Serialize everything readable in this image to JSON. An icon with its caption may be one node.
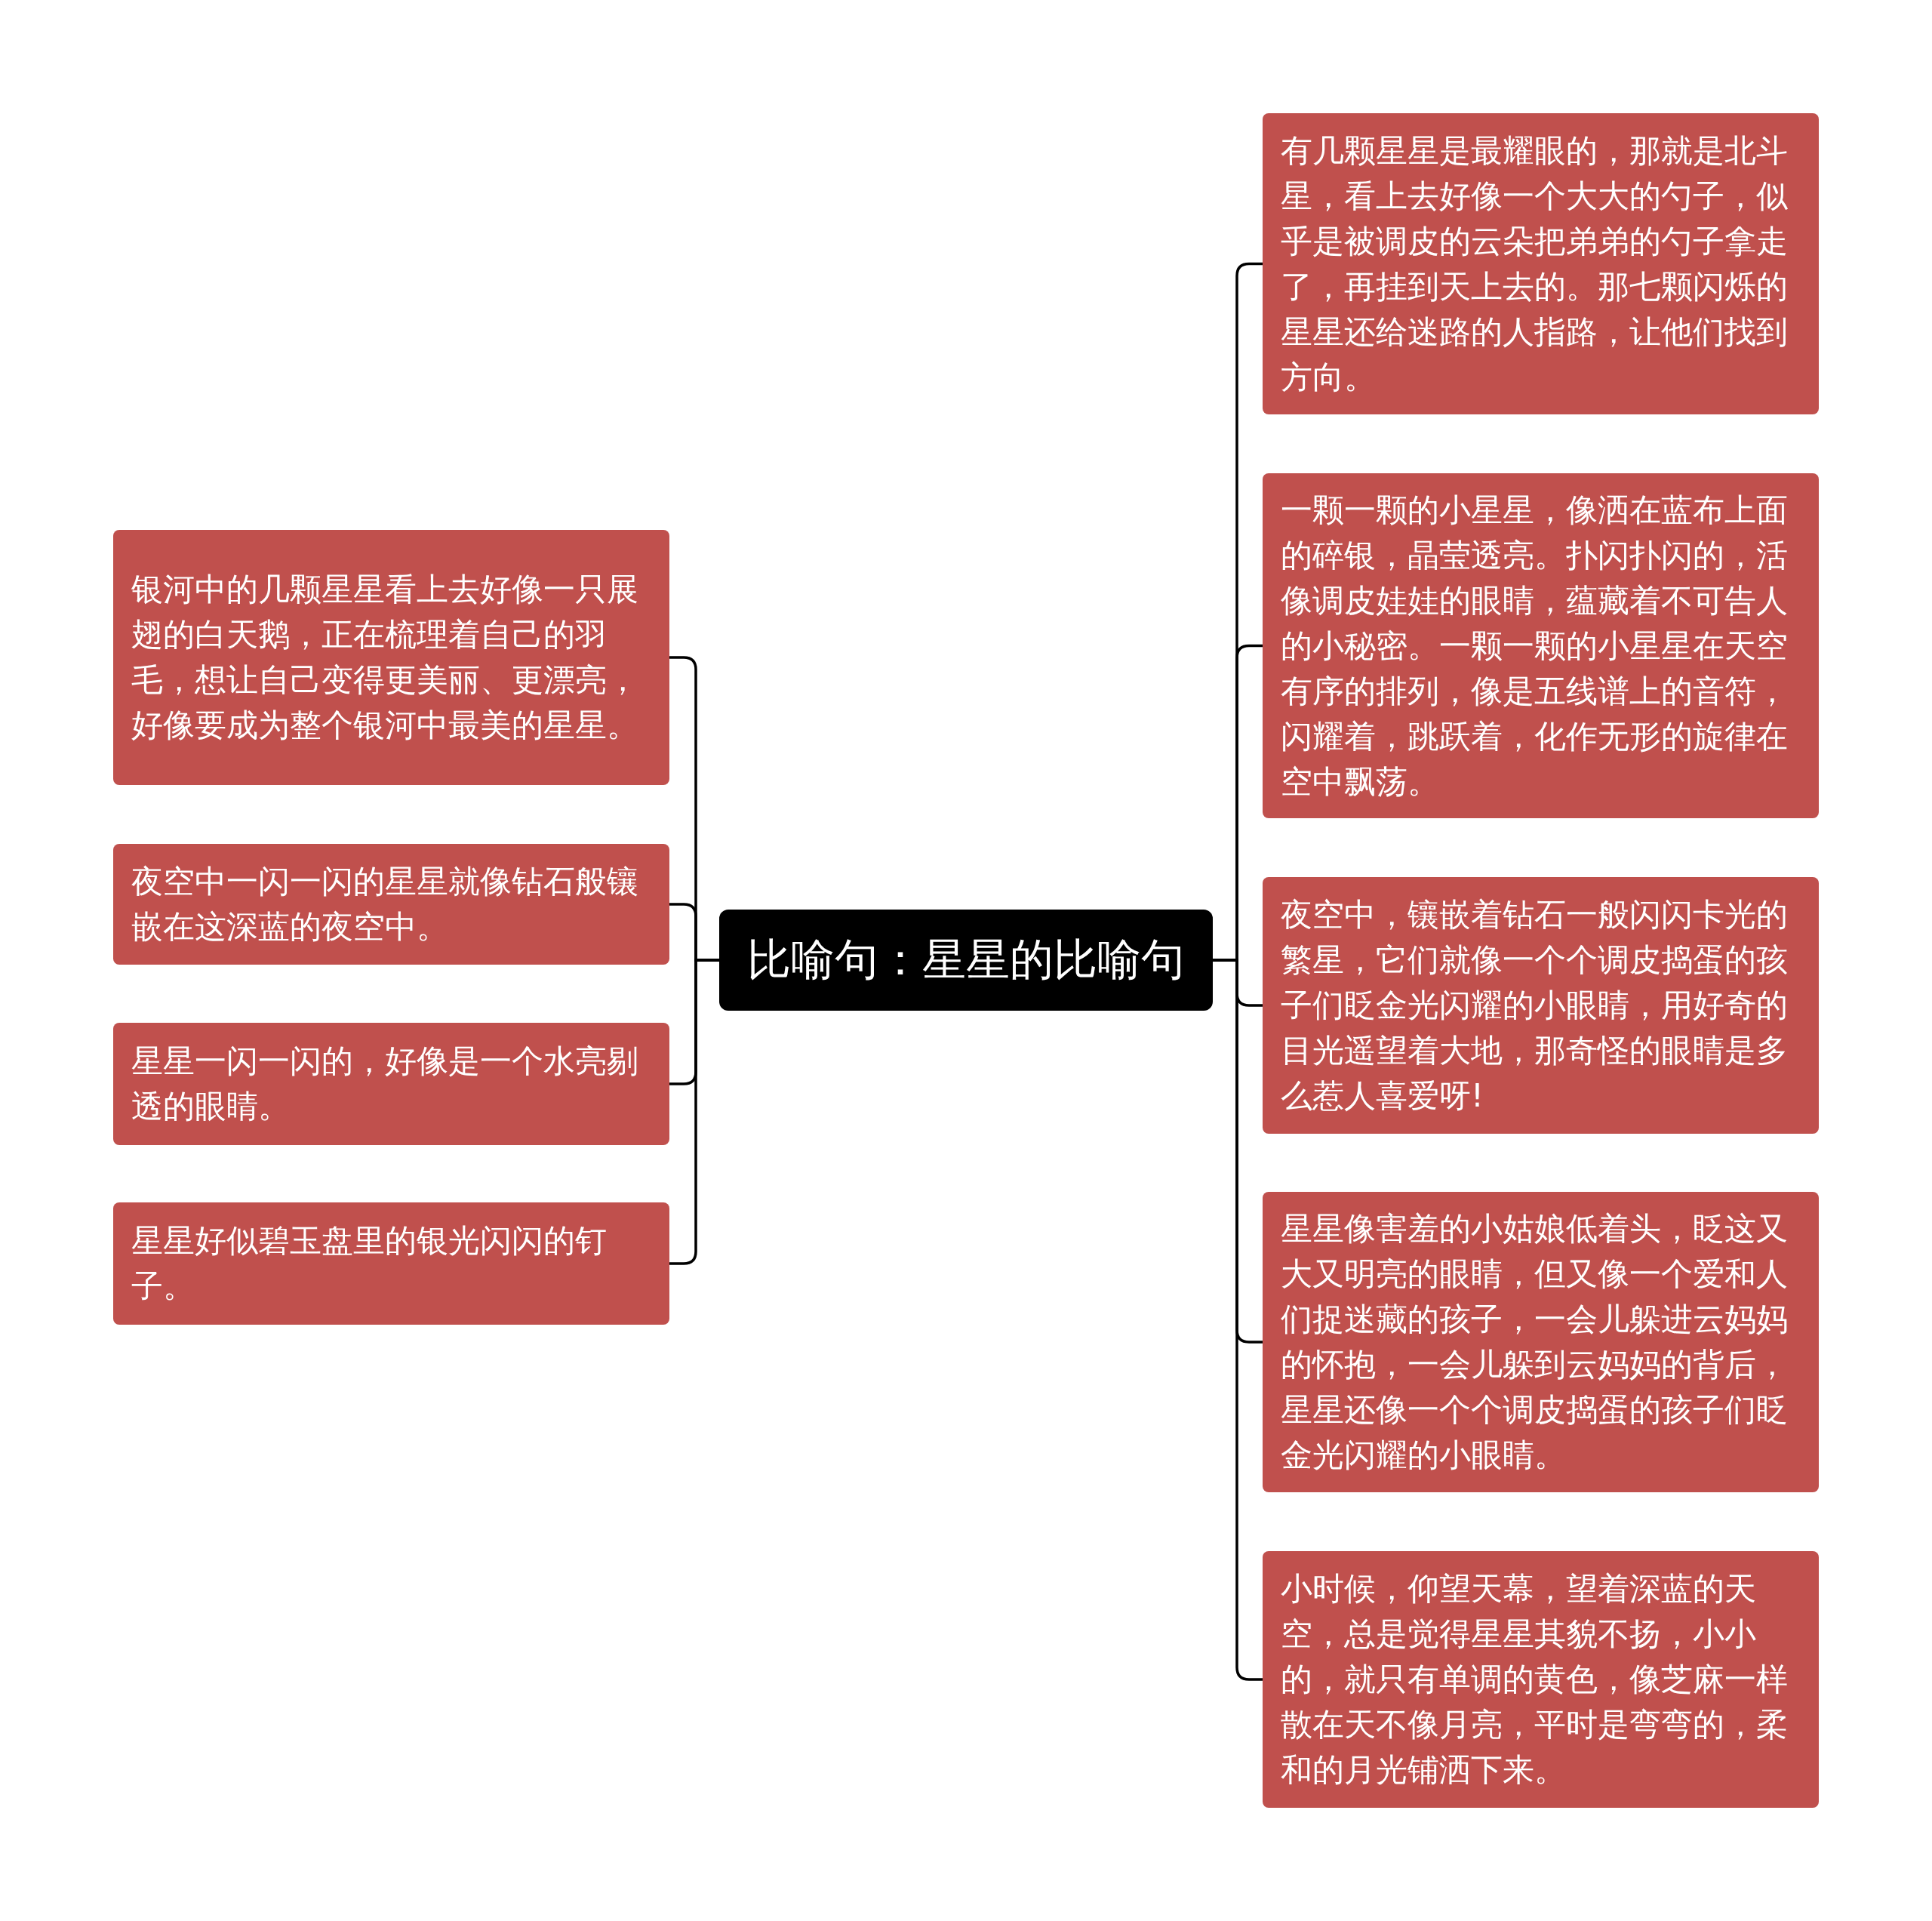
{
  "diagram": {
    "nodes": [
      {
        "text": [
          "比喻句：星星的比喻句"
        ]
      },
      {
        "text": [
          "银河中的几颗星星看上去好像一只展翅的白天鹅，正在梳理着自己的羽毛，想让自己变得更美丽、更漂亮，好像要成为整个银河中最美的星星。"
        ]
      },
      {
        "text": [
          "夜空中一闪一闪的星星就像钻石般镶嵌在这深蓝的夜空中。"
        ]
      },
      {
        "text": [
          "星星一闪一闪的，好像是一个水亮剔透的眼睛。"
        ]
      },
      {
        "text": [
          "星星好似碧玉盘里的银光闪闪的钉子。"
        ]
      },
      {
        "text": [
          "有几颗星星是最耀眼的，那就是北斗星，看上去好像一个大大的勺子，似乎是被调皮的云朵把弟弟的勺子拿走了，再挂到天上去的。那七颗闪烁的星星还给迷路的人指路，让他们找到方向。"
        ]
      },
      {
        "text": [
          "一颗一颗的小星星，像洒在蓝布上面的碎银，晶莹透亮。扑闪扑闪的，活像调皮娃娃的眼睛，蕴藏着不可告人的小秘密。一颗一颗的小星星在天空有序的排列，像是五线谱上的音符，闪耀着，跳跃着，化作无形的旋律在空中飘荡。"
        ]
      },
      {
        "text": [
          "夜空中，镶嵌着钻石一般闪闪卡光的繁星，它们就像一个个调皮捣蛋的孩子们眨金光闪耀的小眼睛，用好奇的目光遥望着大地，那奇怪的眼睛是多么惹人喜爱呀!"
        ]
      },
      {
        "text": [
          "星星像害羞的小姑娘低着头，眨这又大又明亮的眼睛，但又像一个爱和人们捉迷藏的孩子，一会儿躲进云妈妈的怀抱，一会儿躲到云妈妈的背后，星星还像一个个调皮捣蛋的孩子们眨金光闪耀的小眼睛。"
        ]
      },
      {
        "text": [
          "小时候，仰望天幕，望着深蓝的天空，总是觉得星星其貌不扬，小小的，就只有单调的黄色，像芝麻一样散在天不像月亮，平时是弯弯的，柔和的月光铺洒下来。"
        ]
      }
    ],
    "edges": [
      {
        "from": 0,
        "to": 1,
        "arrow": "none"
      },
      {
        "from": 0,
        "to": 2,
        "arrow": "none"
      },
      {
        "from": 0,
        "to": 3,
        "arrow": "none"
      },
      {
        "from": 0,
        "to": 4,
        "arrow": "none"
      },
      {
        "from": 0,
        "to": 5,
        "arrow": "none"
      },
      {
        "from": 0,
        "to": 6,
        "arrow": "none"
      },
      {
        "from": 0,
        "to": 7,
        "arrow": "none"
      },
      {
        "from": 0,
        "to": 8,
        "arrow": "none"
      },
      {
        "from": 0,
        "to": 9,
        "arrow": "none"
      }
    ]
  }
}
